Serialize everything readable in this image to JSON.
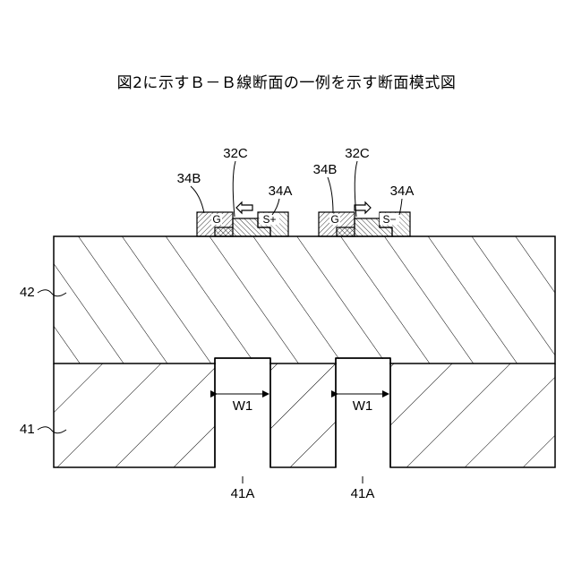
{
  "figure": {
    "title": "図2に示すＢ－Ｂ線断面の一例を示す断面模式図",
    "labels": {
      "gate_electrode": "34B",
      "channel": "32C",
      "source_electrode": "34A",
      "upper_layer": "42",
      "lower_layer": "41",
      "groove": "41A",
      "groove_width": "W1",
      "gate_mark": "G",
      "source_plus": "S+",
      "source_minus": "S−"
    }
  }
}
